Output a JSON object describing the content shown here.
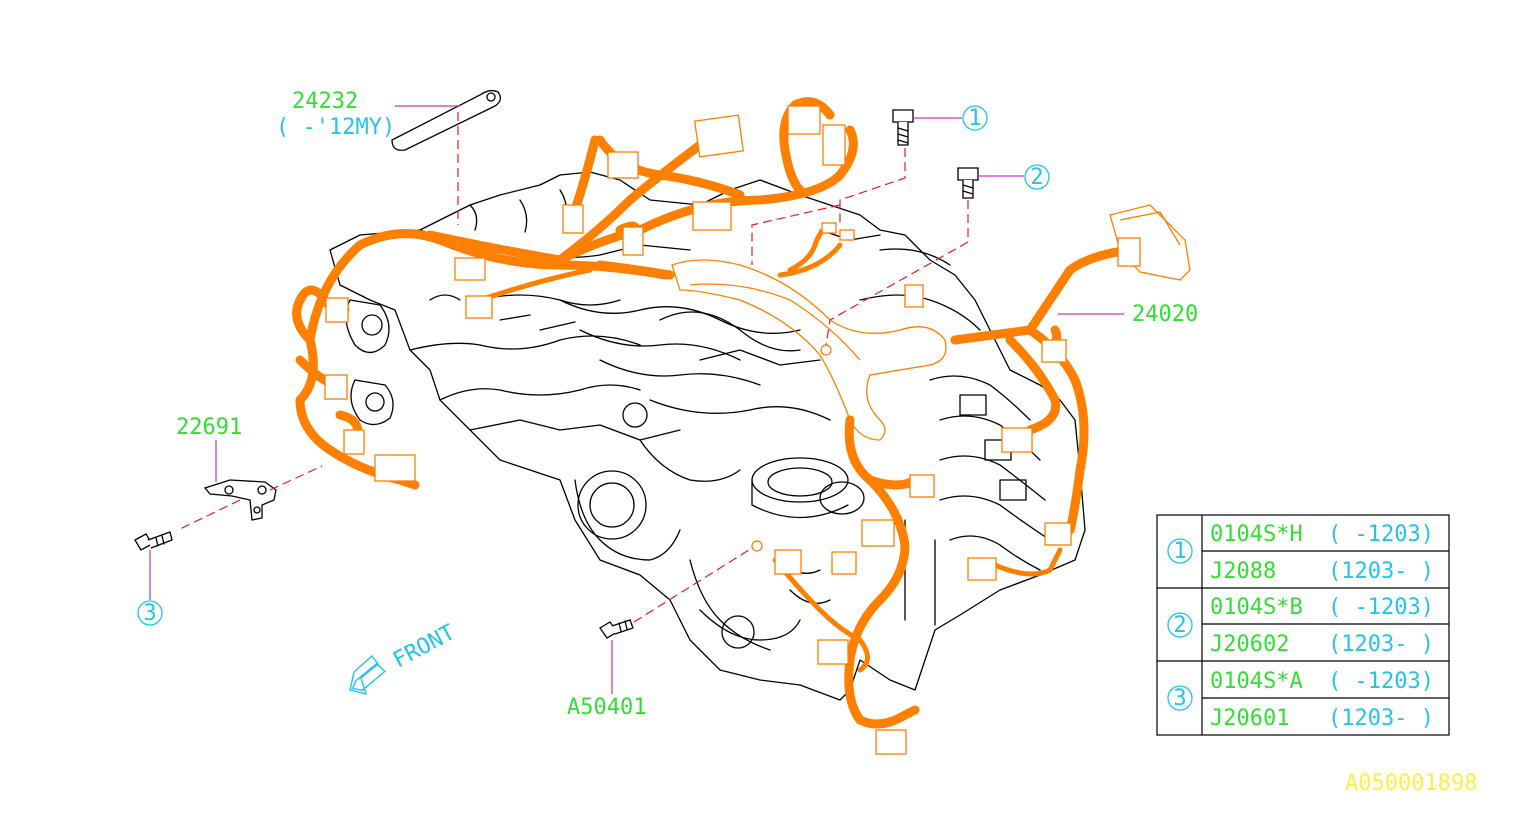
{
  "callouts": {
    "bracket_24232": "24232",
    "bracket_24232_note": "( -'12MY)",
    "harness_24020": "24020",
    "bracket_22691": "22691",
    "bolt_a50401": "A50401",
    "ref_1": "1",
    "ref_2": "2",
    "ref_3": "3"
  },
  "direction": {
    "front_label": "FRONT"
  },
  "bolt_table": {
    "rows": [
      {
        "ref": "1",
        "parts": [
          {
            "part": "0104S*H",
            "range": "( -1203)"
          },
          {
            "part": "J2088",
            "range": "(1203- )"
          }
        ]
      },
      {
        "ref": "2",
        "parts": [
          {
            "part": "0104S*B",
            "range": "( -1203)"
          },
          {
            "part": "J20602",
            "range": "(1203- )"
          }
        ]
      },
      {
        "ref": "3",
        "parts": [
          {
            "part": "0104S*A",
            "range": "( -1203)"
          },
          {
            "part": "J20601",
            "range": "(1203- )"
          }
        ]
      }
    ]
  },
  "diagram_id": "A050001898",
  "colors": {
    "harness": "#ff7f00",
    "part_number": "#33dd33",
    "reference": "#22c4e8",
    "leader": "#cc33cc",
    "install_line": "#e02020",
    "diagram_id": "#ffee44"
  }
}
